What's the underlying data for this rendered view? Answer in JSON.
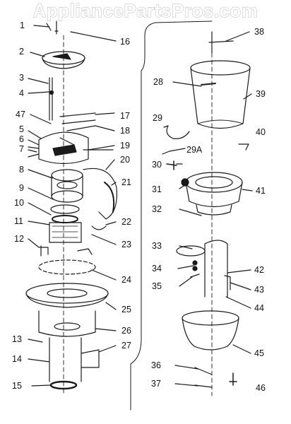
{
  "watermark": "AppliancePartsPros.com",
  "labels": {
    "l1": "1",
    "l2": "2",
    "l3": "3",
    "l4": "4",
    "l5": "5",
    "l6": "6",
    "l7": "7",
    "l8": "8",
    "l9": "9",
    "l10": "10",
    "l11": "11",
    "l12": "12",
    "l13": "13",
    "l14": "14",
    "l15": "15",
    "l16": "16",
    "l17": "17",
    "l18": "18",
    "l19": "19",
    "l20": "20",
    "l21": "21",
    "l22": "22",
    "l23": "23",
    "l24": "24",
    "l25": "25",
    "l26": "26",
    "l27": "27",
    "l28": "28",
    "l29": "29",
    "l29a": "29A",
    "l30": "30",
    "l31": "31",
    "l32": "32",
    "l33": "33",
    "l34": "34",
    "l35": "35",
    "l36": "36",
    "l37": "37",
    "l38": "38",
    "l39": "39",
    "l40": "40",
    "l41": "41",
    "l42": "42",
    "l43": "43",
    "l44": "44",
    "l45": "45",
    "l46": "46",
    "l47": "47"
  }
}
